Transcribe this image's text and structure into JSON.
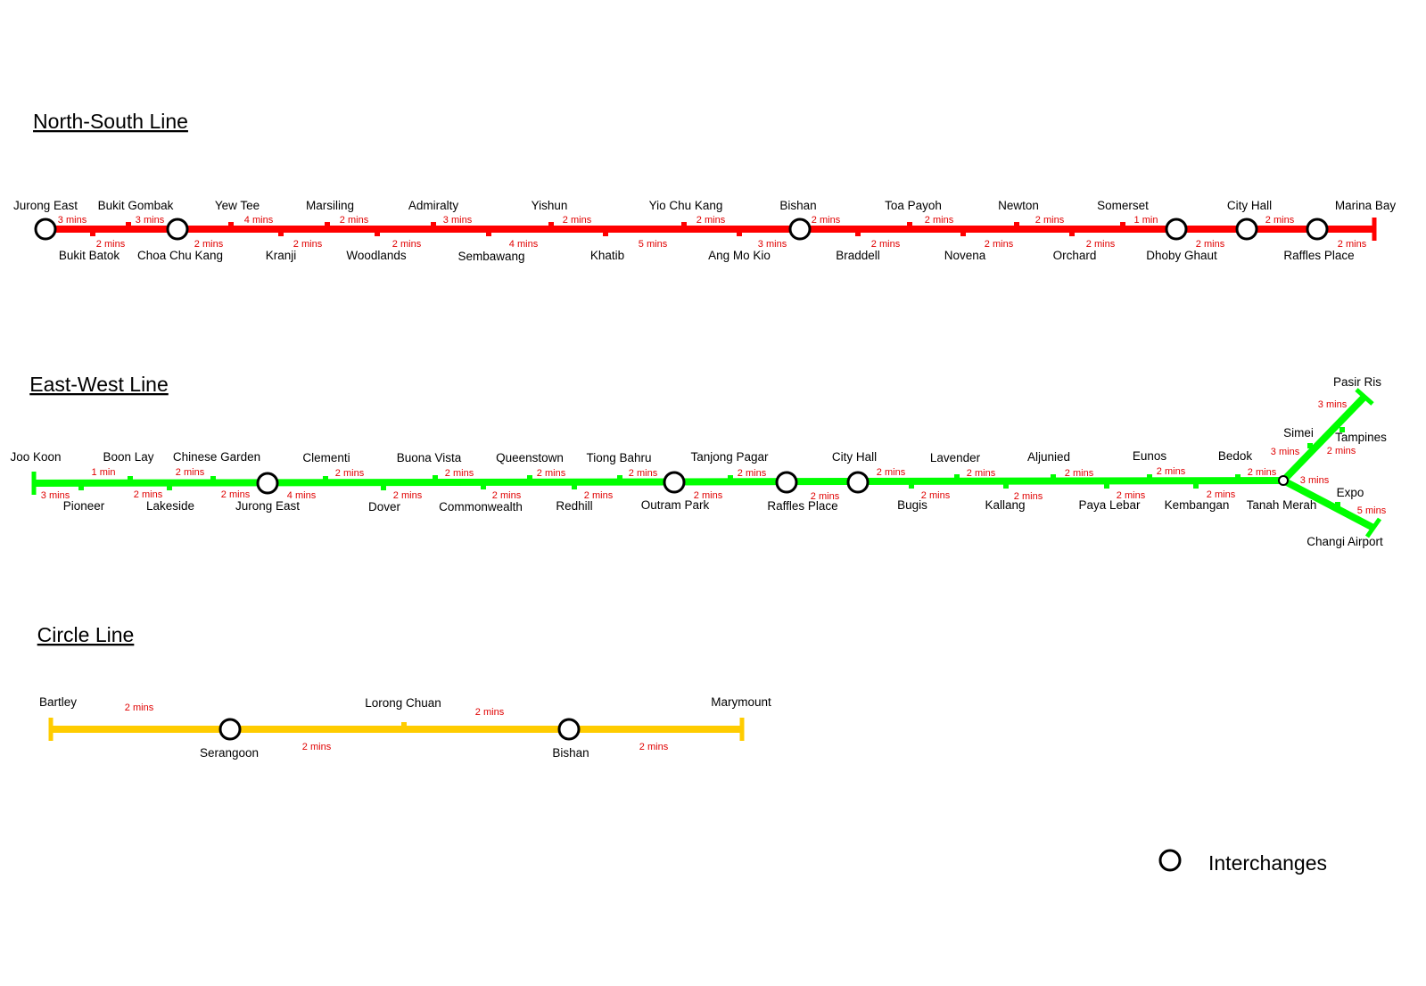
{
  "lines": [
    {
      "title": "North-South Line",
      "color": "#ff0000",
      "stations": [
        "Jurong East",
        "Bukit Batok",
        "Bukit Gombak",
        "Choa Chu Kang",
        "Yew Tee",
        "Kranji",
        "Marsiling",
        "Woodlands",
        "Admiralty",
        "Sembawang",
        "Yishun",
        "Khatib",
        "Yio Chu Kang",
        "Ang Mo Kio",
        "Bishan",
        "Braddell",
        "Toa Payoh",
        "Novena",
        "Newton",
        "Orchard",
        "Somerset",
        "Dhoby Ghaut",
        "City Hall",
        "Raffles Place",
        "Marina Bay"
      ],
      "times": [
        "3 mins",
        "2 mins",
        "3 mins",
        "2 mins",
        "4 mins",
        "2 mins",
        "2 mins",
        "2 mins",
        "3 mins",
        "4 mins",
        "2 mins",
        "5 mins",
        "2 mins",
        "3 mins",
        "2 mins",
        "2 mins",
        "2 mins",
        "2 mins",
        "2 mins",
        "2 mins",
        "1 min",
        "2 mins",
        "2 mins",
        "2 mins"
      ]
    },
    {
      "title": "East-West Line",
      "color": "#00ff00",
      "stations": [
        "Joo Koon",
        "Pioneer",
        "Boon Lay",
        "Lakeside",
        "Chinese Garden",
        "Jurong East",
        "Clementi",
        "Dover",
        "Buona Vista",
        "Commonwealth",
        "Queenstown",
        "Redhill",
        "Tiong Bahru",
        "Outram Park",
        "Tanjong Pagar",
        "Raffles Place",
        "City Hall",
        "Bugis",
        "Lavender",
        "Kallang",
        "Aljunied",
        "Paya Lebar",
        "Eunos",
        "Kembangan",
        "Bedok",
        "Tanah Merah",
        "Simei",
        "Tampines",
        "Pasir Ris",
        "Expo",
        "Changi Airport"
      ],
      "times": [
        "3 mins",
        "1 min",
        "2 mins",
        "2  mins",
        "2 mins",
        "4 mins",
        "2 mins",
        "2 mins",
        "2 mins",
        "2 mins",
        "2 mins",
        "2 mins",
        "2 mins",
        "2 mins",
        "2 mins",
        "2 mins",
        "2 mins",
        "2 mins",
        "2 mins",
        "2 mins",
        "2 mins",
        "2 mins",
        "2 mins",
        "2 mins",
        "2 mins",
        "3 mins",
        "2 mins",
        "3 mins",
        "3 mins",
        "5 mins"
      ]
    },
    {
      "title": "Circle Line",
      "color": "#ffcc00",
      "stations": [
        "Bartley",
        "Serangoon",
        "Lorong Chuan",
        "Bishan",
        "Marymount"
      ],
      "times": [
        "2 mins",
        "2 mins",
        "2 mins",
        "2 mins"
      ]
    }
  ],
  "legend": {
    "label": "Interchanges"
  }
}
